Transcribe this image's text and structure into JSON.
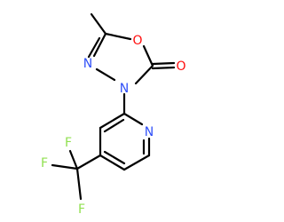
{
  "molecule": {
    "atoms": {
      "n_triazole_upper": {
        "label": "N",
        "color": "#3050F8"
      },
      "o_ring": {
        "label": "O",
        "color": "#FF0D0D"
      },
      "o_carbonyl": {
        "label": "O",
        "color": "#FF0D0D"
      },
      "n_triazole_lower": {
        "label": "N",
        "color": "#3050F8"
      },
      "n_pyridine": {
        "label": "N",
        "color": "#3050F8"
      },
      "f_top": {
        "label": "F",
        "color": "#90E050"
      },
      "f_left": {
        "label": "F",
        "color": "#90E050"
      },
      "f_bottom": {
        "label": "F",
        "color": "#90E050"
      }
    },
    "colors": {
      "bond": "#000000",
      "background": "#ffffff"
    }
  }
}
